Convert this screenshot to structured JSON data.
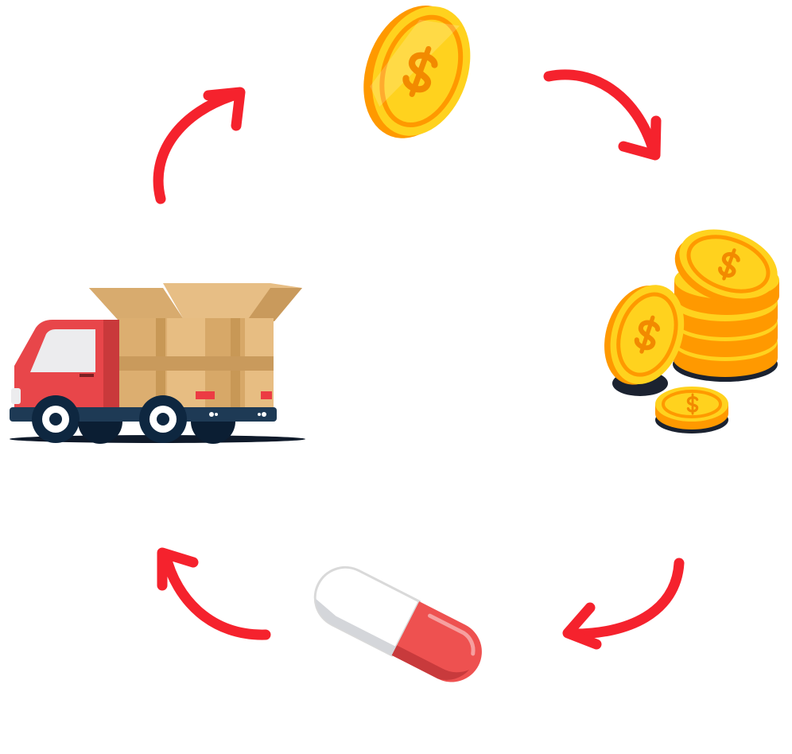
{
  "diagram": {
    "type": "cycle",
    "colors": {
      "arrow": "#f5222d",
      "coin_face": "#ffd21e",
      "coin_rim": "#ff9900",
      "coin_symbol": "#f28a00",
      "truck_cab": "#e8464a",
      "truck_chassis": "#1e3a55",
      "box": "#e2b57a",
      "capsule_red": "#ee5150",
      "capsule_white": "#ffffff"
    },
    "nodes": [
      {
        "id": "single-coin",
        "icon": "dollar-coin-icon"
      },
      {
        "id": "coin-stack",
        "icon": "coin-stack-icon"
      },
      {
        "id": "capsule",
        "icon": "capsule-pill-icon"
      },
      {
        "id": "delivery-truck",
        "icon": "delivery-truck-icon"
      }
    ],
    "edges": [
      {
        "from": "single-coin",
        "to": "coin-stack"
      },
      {
        "from": "coin-stack",
        "to": "capsule"
      },
      {
        "from": "capsule",
        "to": "delivery-truck"
      },
      {
        "from": "delivery-truck",
        "to": "single-coin"
      }
    ]
  }
}
